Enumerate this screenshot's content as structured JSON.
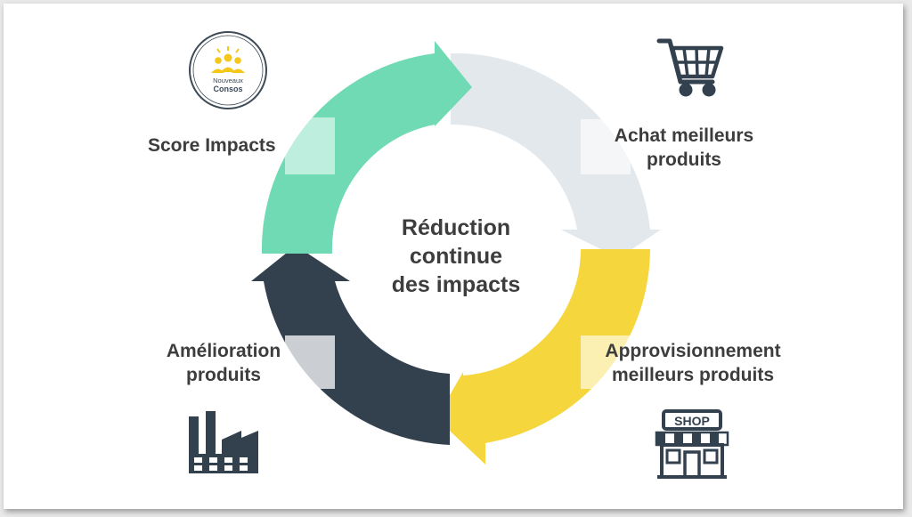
{
  "center": {
    "line1": "Réduction",
    "line2": "continue",
    "line3": "des impacts"
  },
  "steps": {
    "score": {
      "line1": "Score Impacts",
      "color": "#6fdab4"
    },
    "achat": {
      "line1": "Achat meilleurs",
      "line2": "produits",
      "color": "#e3e8ec"
    },
    "appro": {
      "line1": "Approvisionnement",
      "line2": "meilleurs produits",
      "color": "#f5d63d"
    },
    "amelioration": {
      "line1": "Amélioration",
      "line2": "produits",
      "color": "#33414f"
    }
  },
  "logo": {
    "line1": "Nouveaux",
    "line2": "Consos"
  },
  "shop_sign": "SHOP",
  "icons": [
    "nouveaux-consos-logo-icon",
    "shopping-cart-icon",
    "shop-storefront-icon",
    "factory-icon"
  ]
}
